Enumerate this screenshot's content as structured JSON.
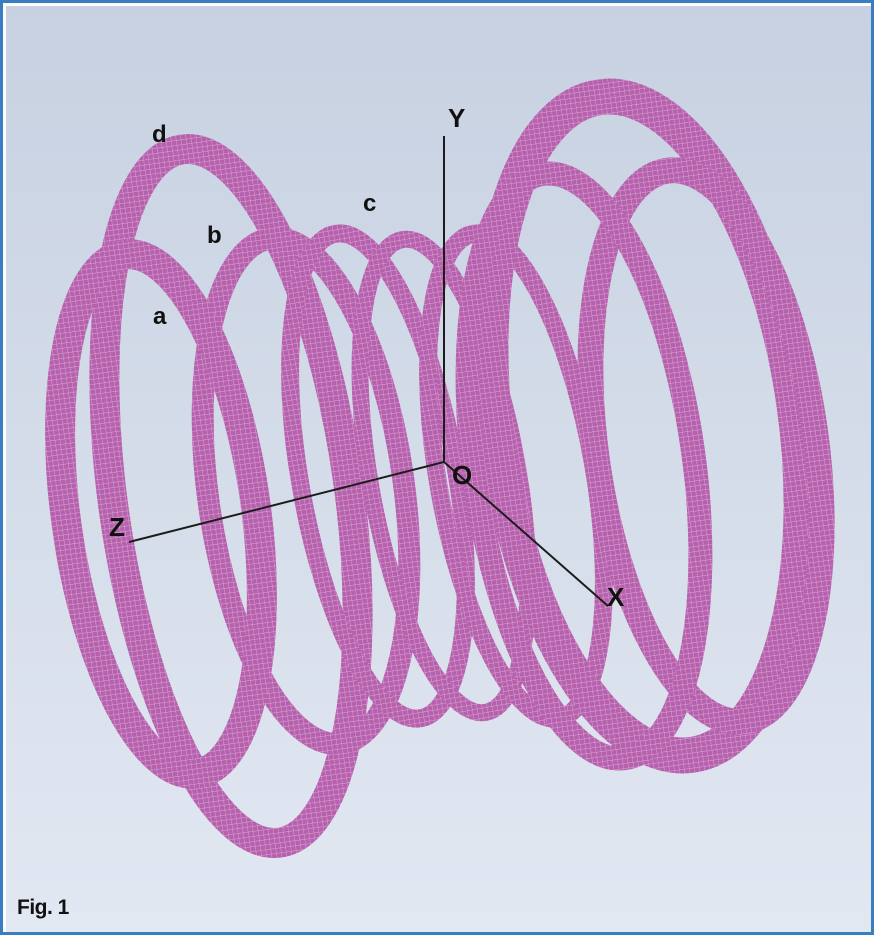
{
  "figure": {
    "caption": "Fig. 1",
    "axes": {
      "y_label": "Y",
      "origin_label": "O",
      "z_label": "Z",
      "x_label": "X"
    },
    "coil_labels": [
      "d",
      "b",
      "c",
      "a"
    ],
    "colors": {
      "background_top": "#c7d1e1",
      "background_bottom": "#e2e8f2",
      "coil": "#b661ad",
      "coil_mesh": "#dba6d3",
      "axis": "#1c1c1c",
      "frame_border": "#3a7ec2"
    }
  }
}
